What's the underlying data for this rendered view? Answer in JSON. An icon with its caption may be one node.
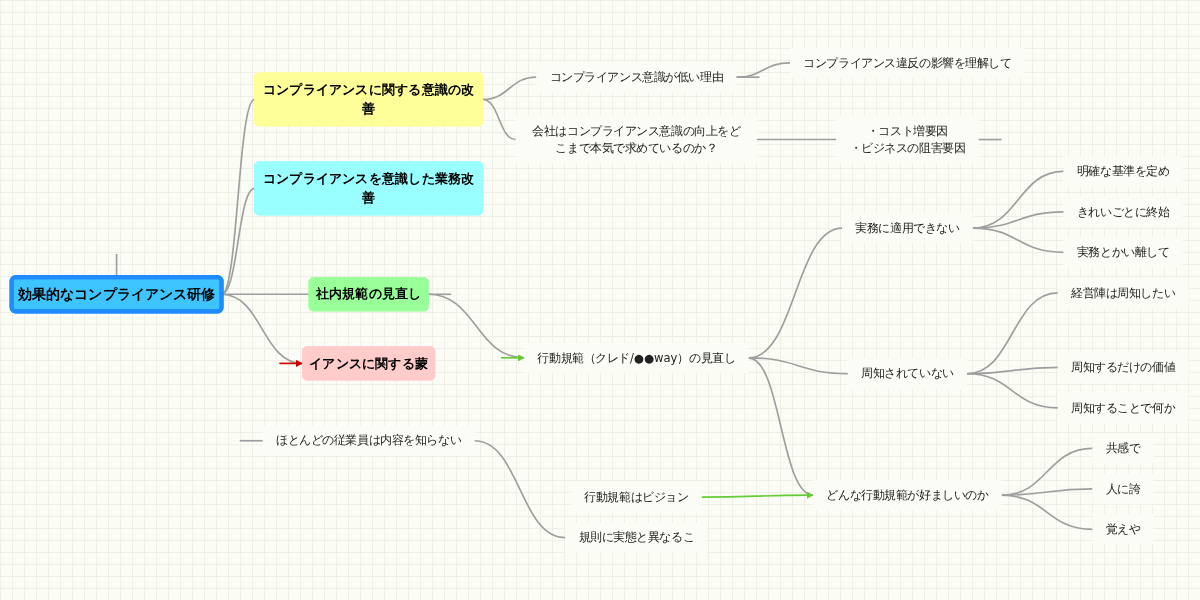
{
  "diagram": {
    "nodes": [
      {
        "text": [
          "効果的なコンプライアンス研修"
        ]
      },
      {
        "text": [
          "コンプライアンスに関する意識の改善"
        ]
      },
      {
        "text": [
          "コンプライアンス意識が低い理由"
        ]
      },
      {
        "text": [
          "コンプライアンス違反の影響を理解して"
        ]
      },
      {
        "text": [
          "会社はコンプライアンス意識の向上をどこまで本気で求めているのか？"
        ]
      },
      {
        "text": [
          "・コスト増要因",
          "・ビジネスの阻害要因"
        ]
      },
      {
        "text": [
          "コンプライアンスを意識した業務改善"
        ]
      },
      {
        "text": [
          "社内規範の見直し"
        ]
      },
      {
        "text": [
          "行動規範（クレド/●●way）の見直し"
        ]
      },
      {
        "text": [
          "実務に適用できない"
        ]
      },
      {
        "text": [
          "明確な基準を定め"
        ]
      },
      {
        "text": [
          "きれいごとに終始"
        ]
      },
      {
        "text": [
          "実務とかい離して"
        ]
      },
      {
        "text": [
          "周知されていない"
        ]
      },
      {
        "text": [
          "経営陣は周知したい"
        ]
      },
      {
        "text": [
          "周知するだけの価値"
        ]
      },
      {
        "text": [
          "周知することで何か"
        ]
      },
      {
        "text": [
          "どんな行動規範が好ましいのか"
        ]
      },
      {
        "text": [
          "共感で"
        ]
      },
      {
        "text": [
          "人に誇"
        ]
      },
      {
        "text": [
          "覚えや"
        ]
      },
      {
        "text": [
          "ほとんどの従業員は内容を知らない"
        ]
      },
      {
        "text": [
          "規則に実態と異なるこ"
        ]
      },
      {
        "text": [
          "行動規範はビジョン"
        ]
      },
      {
        "text": [
          "イアンスに関する蒙"
        ]
      }
    ],
    "edges": [
      {
        "from": 0,
        "to": 1,
        "arrow": "none"
      },
      {
        "from": 1,
        "to": 2,
        "arrow": "none"
      },
      {
        "from": 2,
        "to": 3,
        "arrow": "none"
      },
      {
        "from": 2,
        "to": null,
        "arrow": "none"
      },
      {
        "from": 1,
        "to": 4,
        "arrow": "none"
      },
      {
        "from": 4,
        "to": 5,
        "arrow": "none"
      },
      {
        "from": 5,
        "to": null,
        "arrow": "none"
      },
      {
        "from": 0,
        "to": 6,
        "arrow": "none"
      },
      {
        "from": 0,
        "to": 7,
        "arrow": "none"
      },
      {
        "from": 7,
        "to": 8,
        "arrow": "none"
      },
      {
        "from": 8,
        "to": 9,
        "arrow": "none"
      },
      {
        "from": 9,
        "to": 10,
        "arrow": "none"
      },
      {
        "from": 9,
        "to": 11,
        "arrow": "none"
      },
      {
        "from": 9,
        "to": 12,
        "arrow": "none"
      },
      {
        "from": 8,
        "to": 13,
        "arrow": "none"
      },
      {
        "from": 13,
        "to": 14,
        "arrow": "none"
      },
      {
        "from": 13,
        "to": 15,
        "arrow": "none"
      },
      {
        "from": 13,
        "to": 16,
        "arrow": "none"
      },
      {
        "from": 8,
        "to": 17,
        "arrow": "none"
      },
      {
        "from": 17,
        "to": 18,
        "arrow": "none"
      },
      {
        "from": 17,
        "to": 19,
        "arrow": "none"
      },
      {
        "from": 17,
        "to": 20,
        "arrow": "none"
      },
      {
        "from": 7,
        "to": null,
        "arrow": "none"
      },
      {
        "from": null,
        "to": 21,
        "arrow": "none"
      },
      {
        "from": 21,
        "to": 22,
        "arrow": "none"
      },
      {
        "from": 0,
        "to": 24,
        "arrow": "none"
      },
      {
        "from": 0,
        "to": null,
        "arrow": "none"
      },
      {
        "from": null,
        "to": 8,
        "arrow": "to",
        "color": "#66cc33"
      },
      {
        "from": 23,
        "to": 17,
        "arrow": "to",
        "color": "#66cc33"
      },
      {
        "from": null,
        "to": 24,
        "arrow": "to",
        "color": "#cc0000"
      }
    ]
  }
}
